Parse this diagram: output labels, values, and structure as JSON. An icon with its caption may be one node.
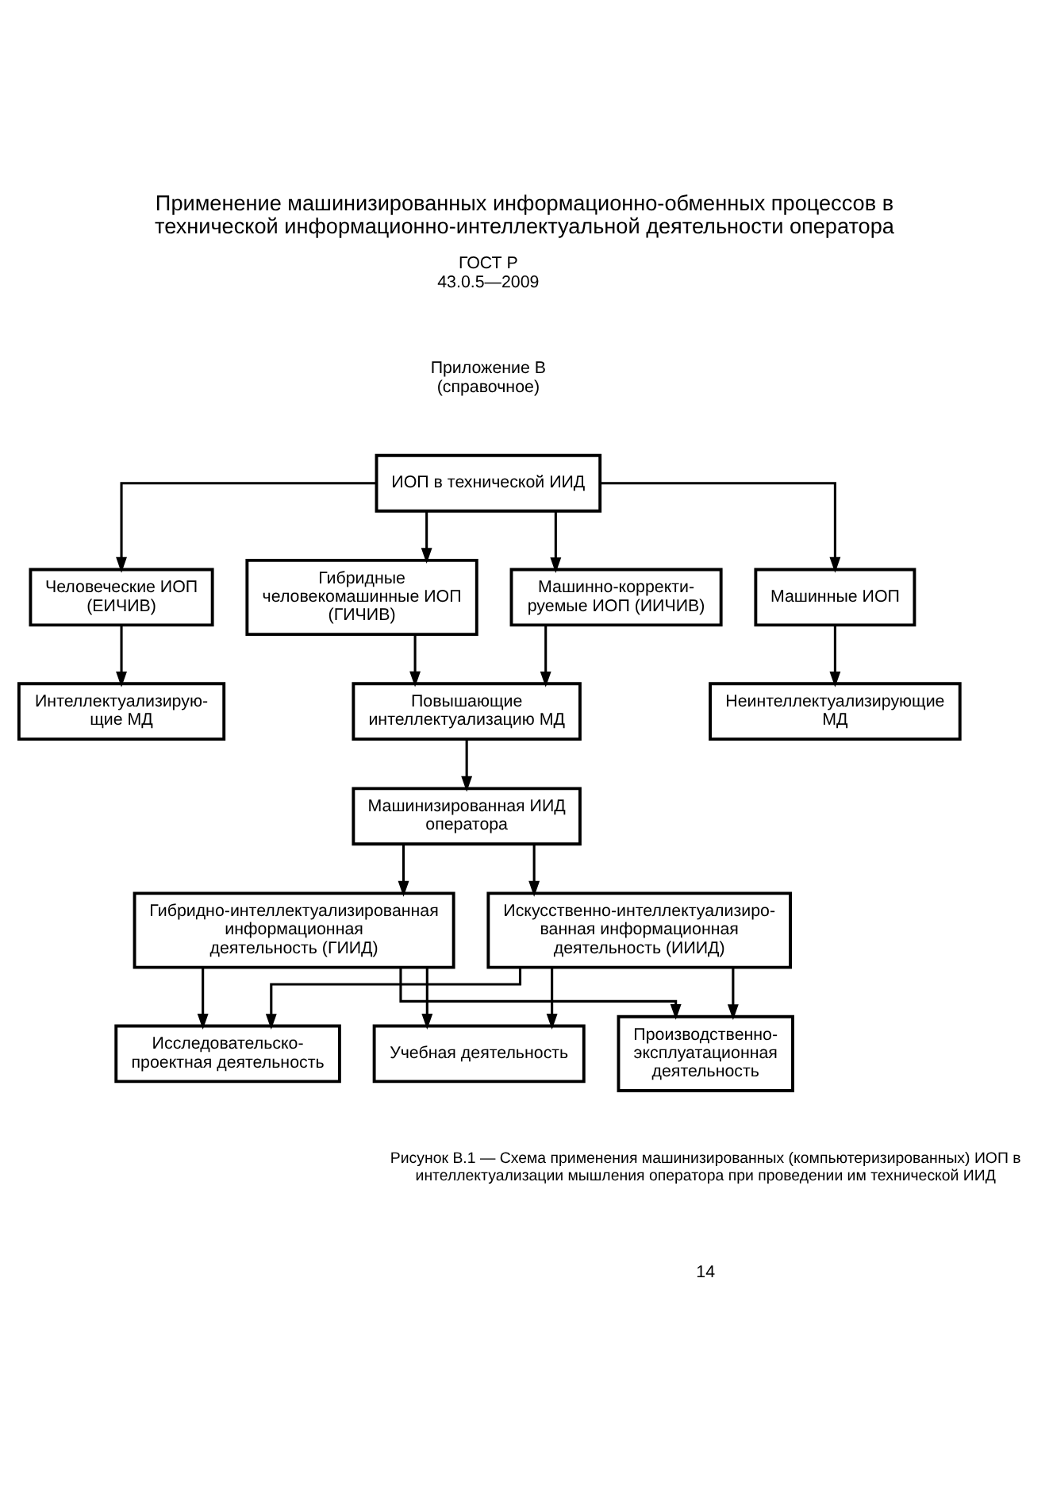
{
  "diagram": {
    "title": "Применение машинизированных информационно-обменных процессов в технической информационно-интеллектуальной деятельности оператора",
    "caption": "Рисунок В.1 — Схема применения машинизированных (компьютеризированных) ИОП в интеллектуализации мышления оператора при проведении им технической ИИД",
    "nodes": [
      {
        "text": [
          "ИОП в технической ИИД"
        ]
      },
      {
        "text": [
          "Человеческие ИОП (ЕИЧИВ)"
        ]
      },
      {
        "text": [
          "Гибридные человекомашинные ИОП (ГИЧИВ)"
        ]
      },
      {
        "text": [
          "Машинно-корректи- руемые ИОП (ИИЧИВ)"
        ]
      },
      {
        "text": [
          "Машинные ИОП"
        ]
      },
      {
        "text": [
          "Интеллектуализирую- щие МД"
        ]
      },
      {
        "text": [
          "Повышающие интеллектуализацию МД"
        ]
      },
      {
        "text": [
          "Неинтеллектуализирующие МД"
        ]
      },
      {
        "text": [
          "Машинизированная ИИД оператора"
        ]
      },
      {
        "text": [
          "Гибридно-интеллектуализированная информационная деятельность (ГИИД)"
        ]
      },
      {
        "text": [
          "Искусственно-интеллектуализиро- ванная информационная деятельность (ИИИД)"
        ]
      },
      {
        "text": [
          "Исследовательско- проектная деятельность"
        ]
      },
      {
        "text": [
          "Учебная деятельность"
        ]
      },
      {
        "text": [
          "Производственно- эксплуатационная деятельность"
        ]
      }
    ],
    "edges": [
      {
        "from": 0,
        "to": 1,
        "arrow": "to"
      },
      {
        "from": 0,
        "to": 2,
        "arrow": "to"
      },
      {
        "from": 0,
        "to": 3,
        "arrow": "to"
      },
      {
        "from": 0,
        "to": 4,
        "arrow": "to"
      },
      {
        "from": 1,
        "to": 5,
        "arrow": "to"
      },
      {
        "from": 2,
        "to": 6,
        "arrow": "to"
      },
      {
        "from": 3,
        "to": 6,
        "arrow": "to"
      },
      {
        "from": 4,
        "to": 7,
        "arrow": "to"
      },
      {
        "from": 6,
        "to": 8,
        "arrow": "to"
      },
      {
        "from": 8,
        "to": 9,
        "arrow": "to"
      },
      {
        "from": 8,
        "to": 10,
        "arrow": "to"
      },
      {
        "from": 9,
        "to": 11,
        "arrow": "to"
      },
      {
        "from": 9,
        "to": 12,
        "arrow": "to"
      },
      {
        "from": 9,
        "to": 13,
        "arrow": "to"
      },
      {
        "from": 10,
        "to": 11,
        "arrow": "to"
      },
      {
        "from": 10,
        "to": 12,
        "arrow": "to"
      },
      {
        "from": 10,
        "to": 13,
        "arrow": "to"
      }
    ],
    "labels": [
      "ГОСТ Р 43.0.5—2009",
      "Приложение В (справочное)",
      "14"
    ]
  }
}
